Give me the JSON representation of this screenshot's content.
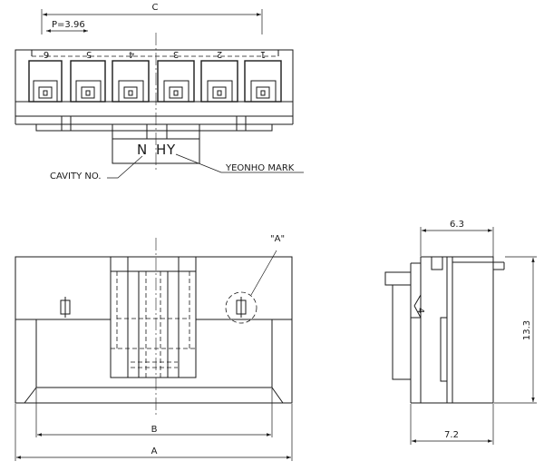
{
  "dimensions": {
    "c": "C",
    "pitch": "P=3.96",
    "b": "B",
    "a": "A",
    "width_top": "6.3",
    "width_bottom": "7.2",
    "height": "13.3"
  },
  "cavity_numbers": [
    "6",
    "5",
    "4",
    "3",
    "2",
    "1"
  ],
  "callouts": {
    "cavity_no": "CAVITY NO.",
    "yeonho_mark": "YEONHO MARK",
    "detail_a": "\"A\""
  },
  "mark": {
    "n": "N",
    "h": "H",
    "y": "Y"
  }
}
